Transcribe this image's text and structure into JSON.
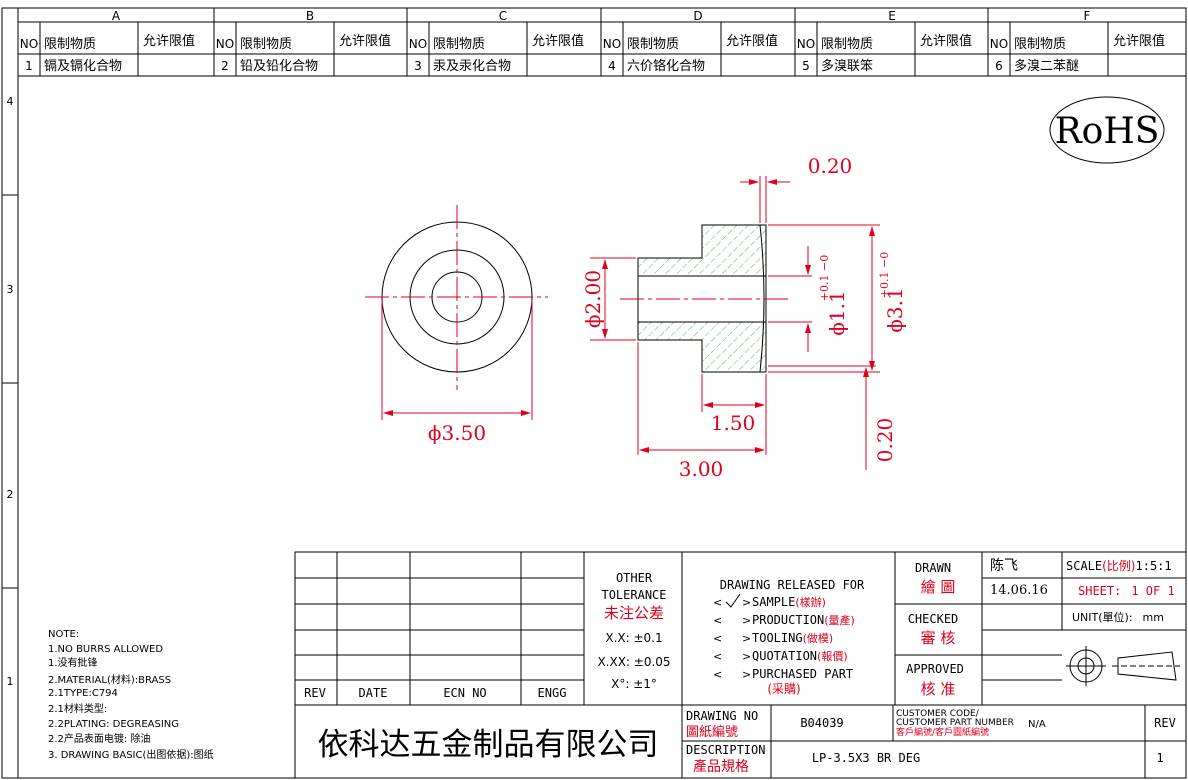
{
  "zones": {
    "columns": [
      "A",
      "B",
      "C",
      "D",
      "E",
      "F"
    ],
    "rows": [
      "4",
      "3",
      "2",
      "1"
    ]
  },
  "substances": {
    "header_no": "NO",
    "header_substance": "限制物质",
    "header_limit": "允许限值",
    "items": [
      {
        "no": "1",
        "name": "镉及镉化合物",
        "limit": ""
      },
      {
        "no": "2",
        "name": "铅及铅化合物",
        "limit": ""
      },
      {
        "no": "3",
        "name": "汞及汞化合物",
        "limit": ""
      },
      {
        "no": "4",
        "name": "六价铬化合物",
        "limit": ""
      },
      {
        "no": "5",
        "name": "多溴联笨",
        "limit": ""
      },
      {
        "no": "6",
        "name": "多溴二苯醚",
        "limit": ""
      }
    ]
  },
  "rohs_label": "RoHS",
  "dimensions": {
    "front_dia": "ϕ3.50",
    "outer_dia": "ϕ2.00",
    "flange_thick": "0.20",
    "inner_dia": "ϕ1.1",
    "inner_tol": "+0.1 −0",
    "flange_dia": "ϕ3.1",
    "flange_tol": "+0.1 −0",
    "flange_len": "1.50",
    "total_len": "3.00",
    "step": "0.20"
  },
  "notes": [
    "NOTE:",
    "1.NO BURRS ALLOWED",
    "1.没有批锋",
    "2.MATERIAL(材料):BRASS",
    "2.1TYPE:C794",
    "2.1材料类型:",
    "2.2PLATING: DEGREASING",
    "2.2产品表面电镀: 除油",
    "3. DRAWING BASIC(出图依据):图纸"
  ],
  "revision_table": {
    "headers": [
      "REV",
      "DATE",
      "ECN NO",
      "ENGG"
    ]
  },
  "tolerance": {
    "title1": "OTHER",
    "title2": "TOLERANCE",
    "title_cn": "未注公差",
    "xx": "X.X: ±0.1",
    "xxx": "X.XX: ±0.05",
    "ang": "X°: ±1°"
  },
  "release": {
    "title": "DRAWING RELEASED FOR",
    "items": [
      {
        "en": "SAMPLE",
        "cn": "(樣辦)",
        "checked": true
      },
      {
        "en": "PRODUCTION",
        "cn": "(量產)",
        "checked": false
      },
      {
        "en": "TOOLING",
        "cn": "(做模)",
        "checked": false
      },
      {
        "en": "QUOTATION",
        "cn": "(報價)",
        "checked": false
      },
      {
        "en": "PURCHASED PART",
        "cn": "(采購)",
        "checked": false
      }
    ]
  },
  "signoff": {
    "drawn_en": "DRAWN",
    "drawn_cn": "繪 圖",
    "drawn_name": "陈飞",
    "drawn_date": "14.06.16",
    "checked_en": "CHECKED",
    "checked_cn": "審 核",
    "approved_en": "APPROVED",
    "approved_cn": "核 准"
  },
  "scale": {
    "label": "SCALE",
    "cn": "(比例)",
    "value": "1:5:1"
  },
  "sheet": {
    "label": "SHEET:",
    "value": "1 OF 1"
  },
  "unit": {
    "label": "UNIT(單位):",
    "value": "mm"
  },
  "company": "依科达五金制品有限公司",
  "drawing_no": {
    "en": "DRAWING NO",
    "cn": "圖紙編號",
    "value": "B04039"
  },
  "customer": {
    "en": "CUSTOMER CODE/",
    "en2": "CUSTOMER PART NUMBER",
    "cn": "客戶編號/客戶圖紙編號",
    "value": "N/A"
  },
  "rev": {
    "label": "REV",
    "value": "1"
  },
  "description": {
    "en": "DESCRIPTION",
    "cn": "產品規格",
    "value": "LP-3.5X3 BR DEG"
  },
  "colors": {
    "red": "#e0001b",
    "hatch": "#3cc43c"
  }
}
